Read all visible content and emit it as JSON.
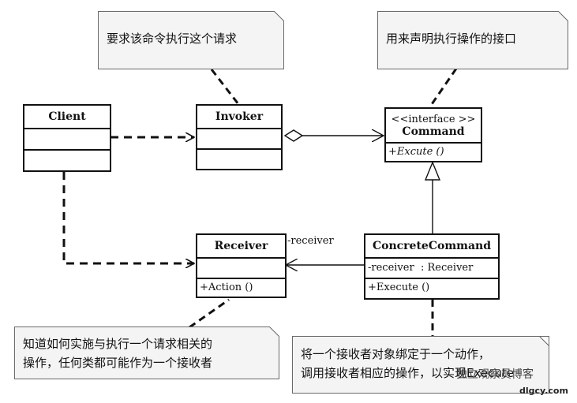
{
  "notes": {
    "invoker": [
      "要求该命令执行这个请求"
    ],
    "command": [
      "用来声明执行操作的接口"
    ],
    "receiver": [
      "知道如何实施与执行一个请求相关的",
      "操作，任何类都可能作为一个接收者"
    ],
    "concrete": [
      "将一个接收者对象绑定于一个动作，",
      "调用接收者相应的操作，以实现Execute"
    ]
  },
  "classes": {
    "client": {
      "name": "Client"
    },
    "invoker": {
      "name": "Invoker"
    },
    "command": {
      "stereotype": "<<interface >>",
      "name": "Command",
      "operation": "+Excute ()"
    },
    "receiver": {
      "name": "Receiver",
      "operation": "+Action ()"
    },
    "concrete": {
      "name": "ConcreteCommand",
      "attribute": "-receiver  : Receiver",
      "operation": "+Execute ()"
    }
  },
  "association_label": "-receiver",
  "watermark": {
    "text": "独立观察员博客",
    "site": "dlgcy.com"
  }
}
